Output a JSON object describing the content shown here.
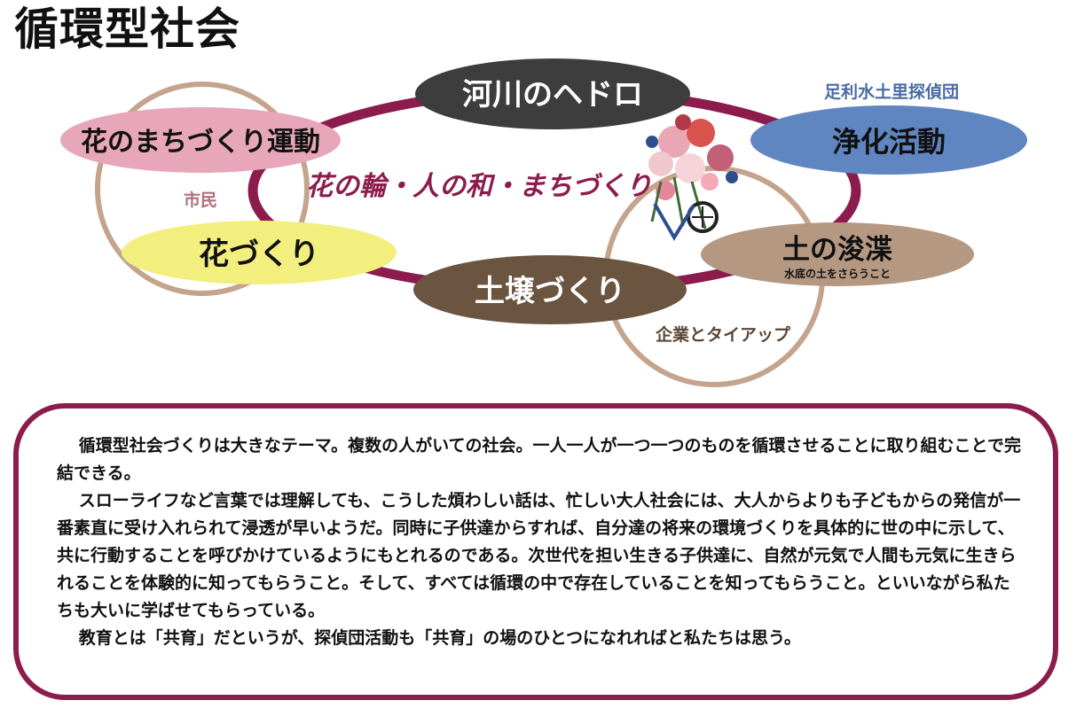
{
  "title": "循環型社会",
  "diagram": {
    "nodes": {
      "river_sludge": "河川のヘドロ",
      "flower_town_movement": "花のまちづくり運動",
      "purification": "浄化活動",
      "flower_growing": "花づくり",
      "soil_making": "土壌づくり",
      "dredging": "土の浚渫",
      "dredging_note": "水底の土をさらうこと"
    },
    "labels": {
      "citizens": "市民",
      "detective_group": "足利水土里探偵団",
      "company_tieup": "企業とタイアップ",
      "center_slogan": "花の輪・人の和・まちづくり"
    },
    "colors": {
      "ring": "#8c1c4d",
      "circle": "#c4a48d",
      "river_sludge": "#3d3d3d",
      "flower_town_movement": "#e7a6b9",
      "purification": "#5f86c1",
      "flower_growing": "#f2ef7f",
      "soil_making": "#6b5541",
      "dredging": "#b49882"
    }
  },
  "body": {
    "paragraphs": [
      "循環型社会づくりは大きなテーマ。複数の人がいての社会。一人一人が一つ一つのものを循環させることに取り組むことで完結できる。",
      "スローライフなど言葉では理解しても、こうした煩わしい話は、忙しい大人社会には、大人からよりも子どもからの発信が一番素直に受け入れられて浸透が早いようだ。同時に子供達からすれば、自分達の将来の環境づくりを具体的に世の中に示して、共に行動することを呼びかけているようにもとれるのである。次世代を担い生きる子供達に、自然が元気で人間も元気に生きられることを体験的に知ってもらうこと。そして、すべては循環の中で存在していることを知ってもらうこと。といいながら私たちも大いに学ばせてもらっている。",
      "教育とは「共育」だというが、探偵団活動も「共育」の場のひとつになれればと私たちは思う。"
    ]
  }
}
